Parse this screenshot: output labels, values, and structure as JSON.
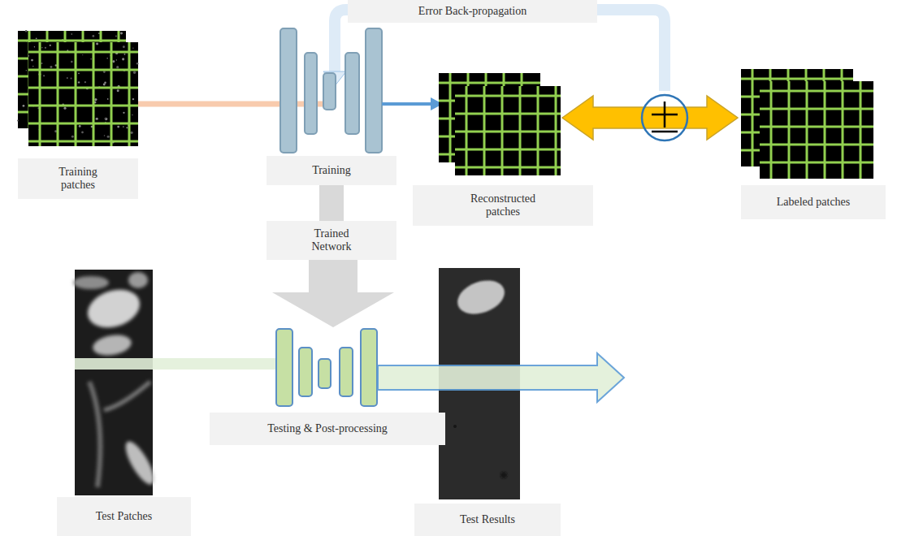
{
  "diagram": {
    "nodes": [
      {
        "text": [
          "Error Back-propagation"
        ]
      },
      {
        "text": [
          "Training patches"
        ]
      },
      {
        "text": [
          "Training"
        ]
      },
      {
        "text": [
          "Reconstructed patches"
        ]
      },
      {
        "text": [
          "Labeled patches"
        ]
      },
      {
        "text": [
          "Trained Network"
        ]
      },
      {
        "text": [
          "Testing & Post-processing"
        ]
      },
      {
        "text": [
          "Test Patches"
        ]
      },
      {
        "text": [
          "Test Results"
        ]
      }
    ],
    "edges": [
      {
        "from": 2,
        "to": 5,
        "arrow": "none"
      }
    ]
  }
}
